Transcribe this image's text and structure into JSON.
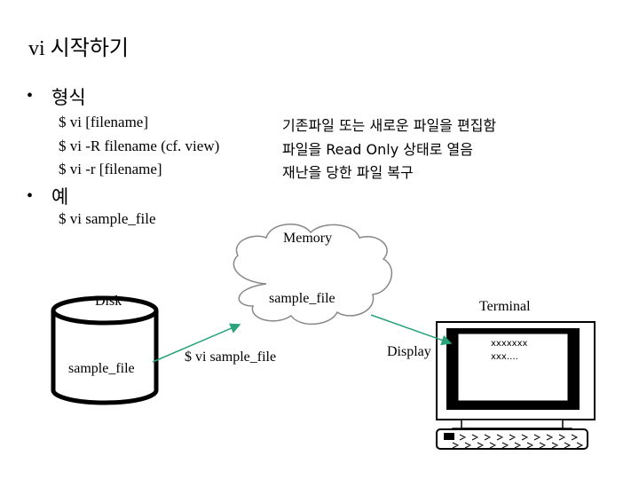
{
  "title": "vi 시작하기",
  "bullets": [
    {
      "marker": "•",
      "label": "형식"
    },
    {
      "marker": "•",
      "label": "예"
    }
  ],
  "format_rows": [
    {
      "command": "$ vi  [filename]",
      "description": "기존파일 또는 새로운 파일을 편집함"
    },
    {
      "command": "$ vi -R  filename (cf. view)",
      "description": "파일을 Read Only 상태로 열음"
    },
    {
      "command": "$ vi -r  [filename]",
      "description": "재난을 당한 파일 복구"
    }
  ],
  "example_command": "$  vi   sample_file",
  "diagram": {
    "memory_label": "Memory",
    "memory_file": "sample_file",
    "disk_label": "Disk",
    "disk_file": "sample_file",
    "command_label": "$ vi  sample_file",
    "display_label": "Display",
    "terminal_label": "Terminal",
    "screen_lines": [
      "xxxxxxx",
      "xxx…."
    ]
  }
}
